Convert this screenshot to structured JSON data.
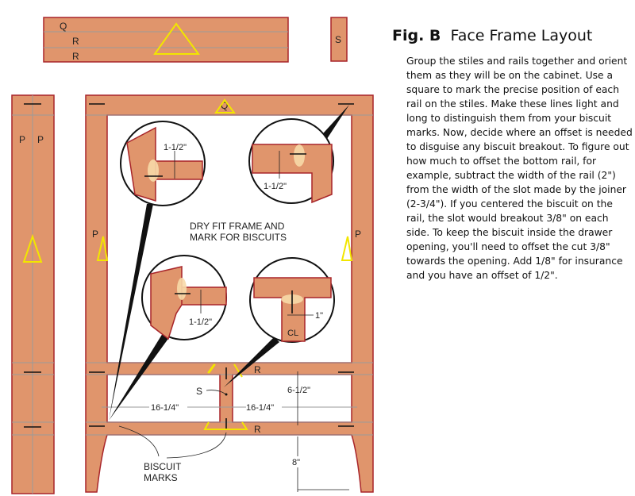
{
  "figure": {
    "label": "Fig. B",
    "title": "Face Frame Layout",
    "body": "Group the stiles and rails together and orient them as they will be on the cabinet. Use a square to mark the precise position of each rail on the stiles. Make these lines light and long to distinguish them from your biscuit marks. Now, decide where an offset is needed to disguise any biscuit breakout. To figure out how much to offset the bottom rail, for example, subtract the width of the rail (2\") from the width of the slot made by the joiner (2-3/4\"). If you centered the biscuit on the rail, the slot would breakout 3/8\" on each side. To keep the biscuit inside the drawer opening, you'll need to offset the cut 3/8\" towards the opening. Add 1/8\" for insurance and you have an offset of 1/2\"."
  },
  "parts": {
    "q": "Q",
    "r": "R",
    "s": "S",
    "p": "P"
  },
  "callouts": {
    "dry_fit_1": "DRY FIT FRAME AND",
    "dry_fit_2": "MARK FOR BISCUITS",
    "biscuit_1": "BISCUIT",
    "biscuit_2": "MARKS",
    "centerline": "CL"
  },
  "dimensions": {
    "one_half": "1-1/2\"",
    "one": "1\"",
    "opening_width": "16-1/4\"",
    "opening_height": "6-1/2\"",
    "leg_height": "8\""
  },
  "colors": {
    "wood": "#e0956c",
    "edge": "#a8252a",
    "triangle": "#f2e600"
  }
}
